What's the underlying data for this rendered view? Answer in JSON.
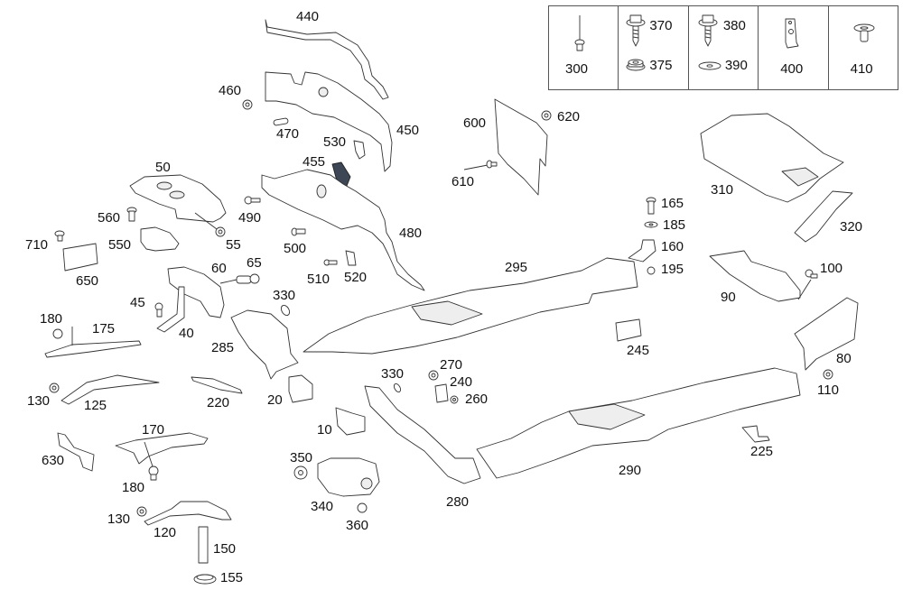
{
  "diagram": {
    "type": "exploded-parts-diagram",
    "legend_table": {
      "cells": [
        {
          "parts": [
            {
              "number": "300",
              "icon": "push-rivet-icon"
            }
          ]
        },
        {
          "parts": [
            {
              "number": "370",
              "icon": "flange-screw-icon"
            },
            {
              "number": "375",
              "icon": "flange-nut-icon"
            }
          ]
        },
        {
          "parts": [
            {
              "number": "380",
              "icon": "flange-screw-icon"
            },
            {
              "number": "390",
              "icon": "washer-icon"
            }
          ]
        },
        {
          "parts": [
            {
              "number": "400",
              "icon": "spring-nut-clip-icon"
            }
          ]
        },
        {
          "parts": [
            {
              "number": "410",
              "icon": "expanding-rivet-icon"
            }
          ]
        }
      ]
    },
    "labels": {
      "p10": "10",
      "p20": "20",
      "p40": "40",
      "p45": "45",
      "p50": "50",
      "p55": "55",
      "p60": "60",
      "p65": "65",
      "p80": "80",
      "p90": "90",
      "p100": "100",
      "p110": "110",
      "p120": "120",
      "p125": "125",
      "p130a": "130",
      "p130b": "130",
      "p150": "150",
      "p155": "155",
      "p160": "160",
      "p165": "165",
      "p170": "170",
      "p175": "175",
      "p180a": "180",
      "p180b": "180",
      "p185": "185",
      "p195": "195",
      "p220": "220",
      "p225": "225",
      "p240": "240",
      "p245": "245",
      "p260": "260",
      "p270": "270",
      "p280": "280",
      "p285": "285",
      "p290": "290",
      "p295": "295",
      "p310": "310",
      "p320": "320",
      "p330a": "330",
      "p330b": "330",
      "p340": "340",
      "p350": "350",
      "p360": "360",
      "p440": "440",
      "p450": "450",
      "p455": "455",
      "p460": "460",
      "p470": "470",
      "p480": "480",
      "p490": "490",
      "p500": "500",
      "p510": "510",
      "p520": "520",
      "p530": "530",
      "p550": "550",
      "p560": "560",
      "p600": "600",
      "p610": "610",
      "p620": "620",
      "p630": "630",
      "p650": "650",
      "p710": "710"
    },
    "colors": {
      "line": "#333333",
      "background": "#ffffff",
      "highlight_part_455": "#3c4654"
    }
  }
}
